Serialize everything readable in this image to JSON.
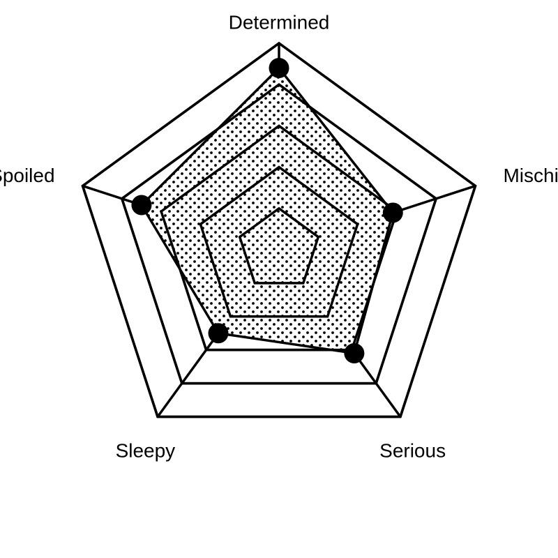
{
  "chart_data": {
    "type": "radar",
    "title": "",
    "categories": [
      "Determined",
      "Mischievous",
      "Serious",
      "Sleepy",
      "Spoiled"
    ],
    "values": [
      4.4,
      2.9,
      3.1,
      2.5,
      3.5
    ],
    "rlim": [
      0,
      5
    ],
    "ring_levels": [
      1,
      2,
      3,
      4,
      5
    ],
    "grid": true,
    "legend": "none",
    "colors": {
      "line": "#000000",
      "fill_dots": "#000000",
      "background": "#ffffff"
    }
  }
}
